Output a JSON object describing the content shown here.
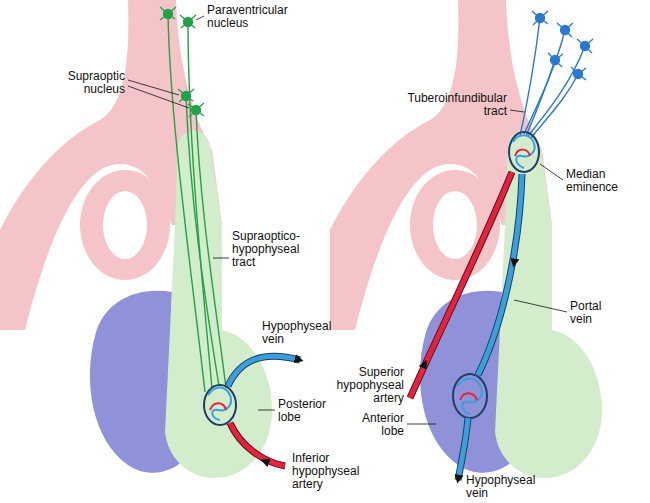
{
  "diagram": {
    "labels": [
      "Paraventricular nucleus",
      "Supraoptic nucleus",
      "Supraoptico-hypophyseal tract",
      "Hypophyseal vein",
      "Posterior lobe",
      "Inferior hypophyseal artery",
      "Tuberoinfundibular tract",
      "Median eminence",
      "Portal vein",
      "Superior hypophyseal artery",
      "Anterior lobe",
      "Hypophyseal vein"
    ]
  }
}
